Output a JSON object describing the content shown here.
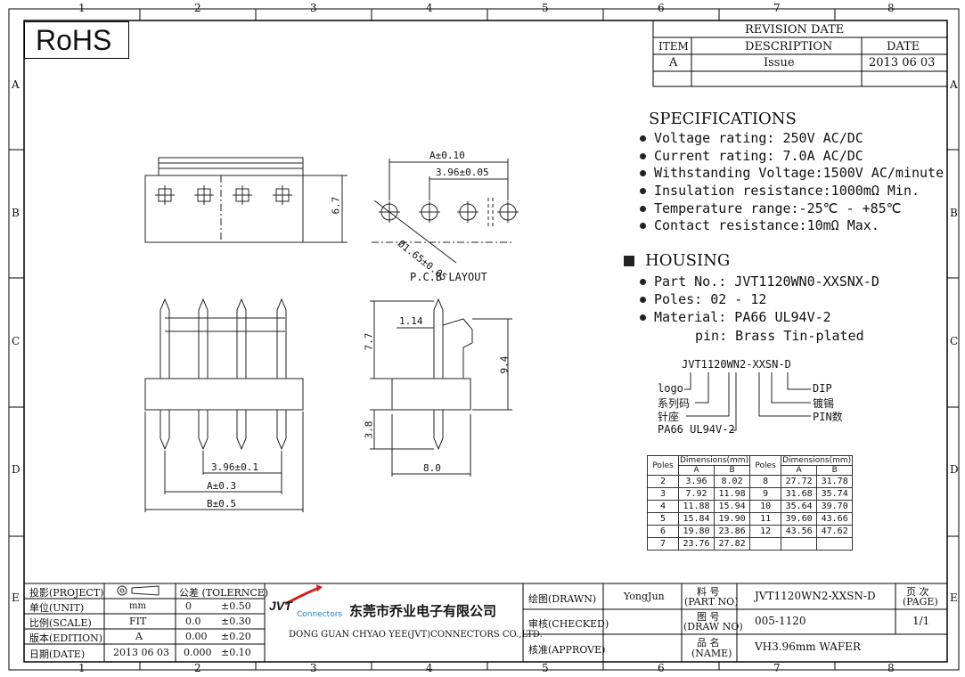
{
  "rohs": "RoHS",
  "border": {
    "columns": [
      "1",
      "2",
      "3",
      "4",
      "5",
      "6",
      "7",
      "8"
    ],
    "rows": [
      "A",
      "B",
      "C",
      "D",
      "E"
    ]
  },
  "revision": {
    "title": "REVISION DATE",
    "headers": [
      "ITEM",
      "DESCRIPTION",
      "DATE"
    ],
    "rows": [
      [
        "A",
        "Issue",
        "2013 06 03"
      ]
    ]
  },
  "specs": {
    "title": "SPECIFICATIONS",
    "items": [
      "Voltage rating: 250V AC/DC",
      "Current rating: 7.0A AC/DC",
      "Withstanding Voltage:1500V AC/minute",
      "Insulation resistance:1000mΩ Min.",
      "Temperature range:-25℃ - +85℃",
      "Contact resistance:10mΩ Max."
    ]
  },
  "housing": {
    "title": "HOUSING",
    "items": [
      "Part No.: JVT1120WN0-XXSNX-D",
      "Poles: 02 - 12",
      "Material: PA66 UL94V-2"
    ],
    "pin_line": "pin: Brass Tin-plated"
  },
  "part_code": {
    "code": "JVT1120WN2-XXSN-D",
    "left_labels": [
      "logo",
      "系列码",
      "针座",
      "PA66 UL94V-2"
    ],
    "right_labels": [
      "DIP",
      "镀锡",
      "PIN数"
    ]
  },
  "drawing": {
    "top_height": "6.7",
    "pcb_a": "A±0.10",
    "pcb_pitch": "3.96±0.05",
    "pcb_hole": "Ø1.65±0.05",
    "pcb_caption": "P.C.B LAYOUT",
    "front_pitch": "3.96±0.1",
    "front_a": "A±0.3",
    "front_b": "B±0.5",
    "side_114": "1.14",
    "side_77": "7.7",
    "side_94": "9.4",
    "side_38": "3.8",
    "side_80": "8.0"
  },
  "dim_table": {
    "header_poles": "Poles",
    "header_dim": "Dimensions(mm)",
    "header_a": "A",
    "header_b": "B",
    "left": [
      [
        "2",
        "3.96",
        "8.02"
      ],
      [
        "3",
        "7.92",
        "11.98"
      ],
      [
        "4",
        "11.88",
        "15.94"
      ],
      [
        "5",
        "15.84",
        "19.90"
      ],
      [
        "6",
        "19.80",
        "23.86"
      ],
      [
        "7",
        "23.76",
        "27.82"
      ]
    ],
    "right": [
      [
        "8",
        "27.72",
        "31.78"
      ],
      [
        "9",
        "31.68",
        "35.74"
      ],
      [
        "10",
        "35.64",
        "39.70"
      ],
      [
        "11",
        "39.60",
        "43.66"
      ],
      [
        "12",
        "43.56",
        "47.62"
      ],
      [
        "",
        "",
        ""
      ]
    ]
  },
  "title_block": {
    "project_label": "投影(PROJECT)",
    "unit_label": "单位(UNIT)",
    "unit_value": "mm",
    "scale_label": "比例(SCALE)",
    "scale_value": "FIT",
    "edition_label": "版本(EDITION)",
    "edition_value": "A",
    "date_label": "日期(DATE)",
    "date_value": "2013 06 03",
    "tol_label": "公差 (TOLERNCE)",
    "tolerances": [
      [
        "0",
        "±0.50"
      ],
      [
        "0.0",
        "±0.30"
      ],
      [
        "0.00",
        "±0.20"
      ],
      [
        "0.000",
        "±0.10"
      ]
    ],
    "logo_text": "JVT",
    "logo_sub": "Connectors",
    "company_cn": "东莞市乔业电子有限公司",
    "company_en": "DONG GUAN CHYAO YEE(JVT)CONNECTORS CO.,LTD.",
    "drawn_label": "绘图(DRAWN)",
    "drawn_value": "YongJun",
    "checked_label": "审核(CHECKED)",
    "approve_label": "核准(APPROVE)",
    "partno_label_cn": "料    号",
    "partno_label_en": "(PART NO)",
    "partno_value": "JVT1120WN2-XXSN-D",
    "drawno_label_cn": "图    号",
    "drawno_label_en": "(DRAW NO)",
    "drawno_value": "005-1120",
    "name_label_cn": "品    名",
    "name_label_en": "(NAME)",
    "name_value": "VH3.96mm WAFER",
    "page_label_cn": "页 次",
    "page_label_en": "(PAGE)",
    "page_value": "1/1"
  }
}
